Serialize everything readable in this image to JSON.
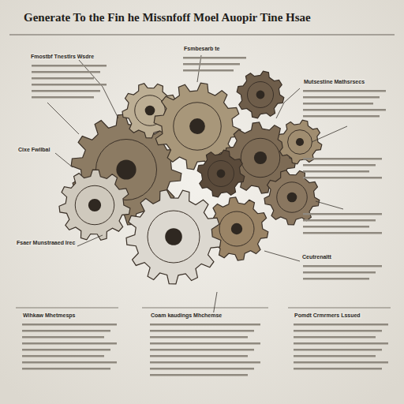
{
  "diagram": {
    "title": "Generate To the Fin he Missnfoff Moel Auopir Tine Hsae",
    "labels": [
      "Fmostbf Tnestlrs Wsdre",
      "Fsmbesarb te",
      "Mutsestine Mathsrsecs",
      "Cixe Fwllbal",
      "Fsaer Munstraaed Irec",
      "Ceutrenaltt",
      "Wihkaw Mhetmesps",
      "Coam kaudings Mhchemse",
      "Pomdt Crmrmers Lssued"
    ]
  }
}
